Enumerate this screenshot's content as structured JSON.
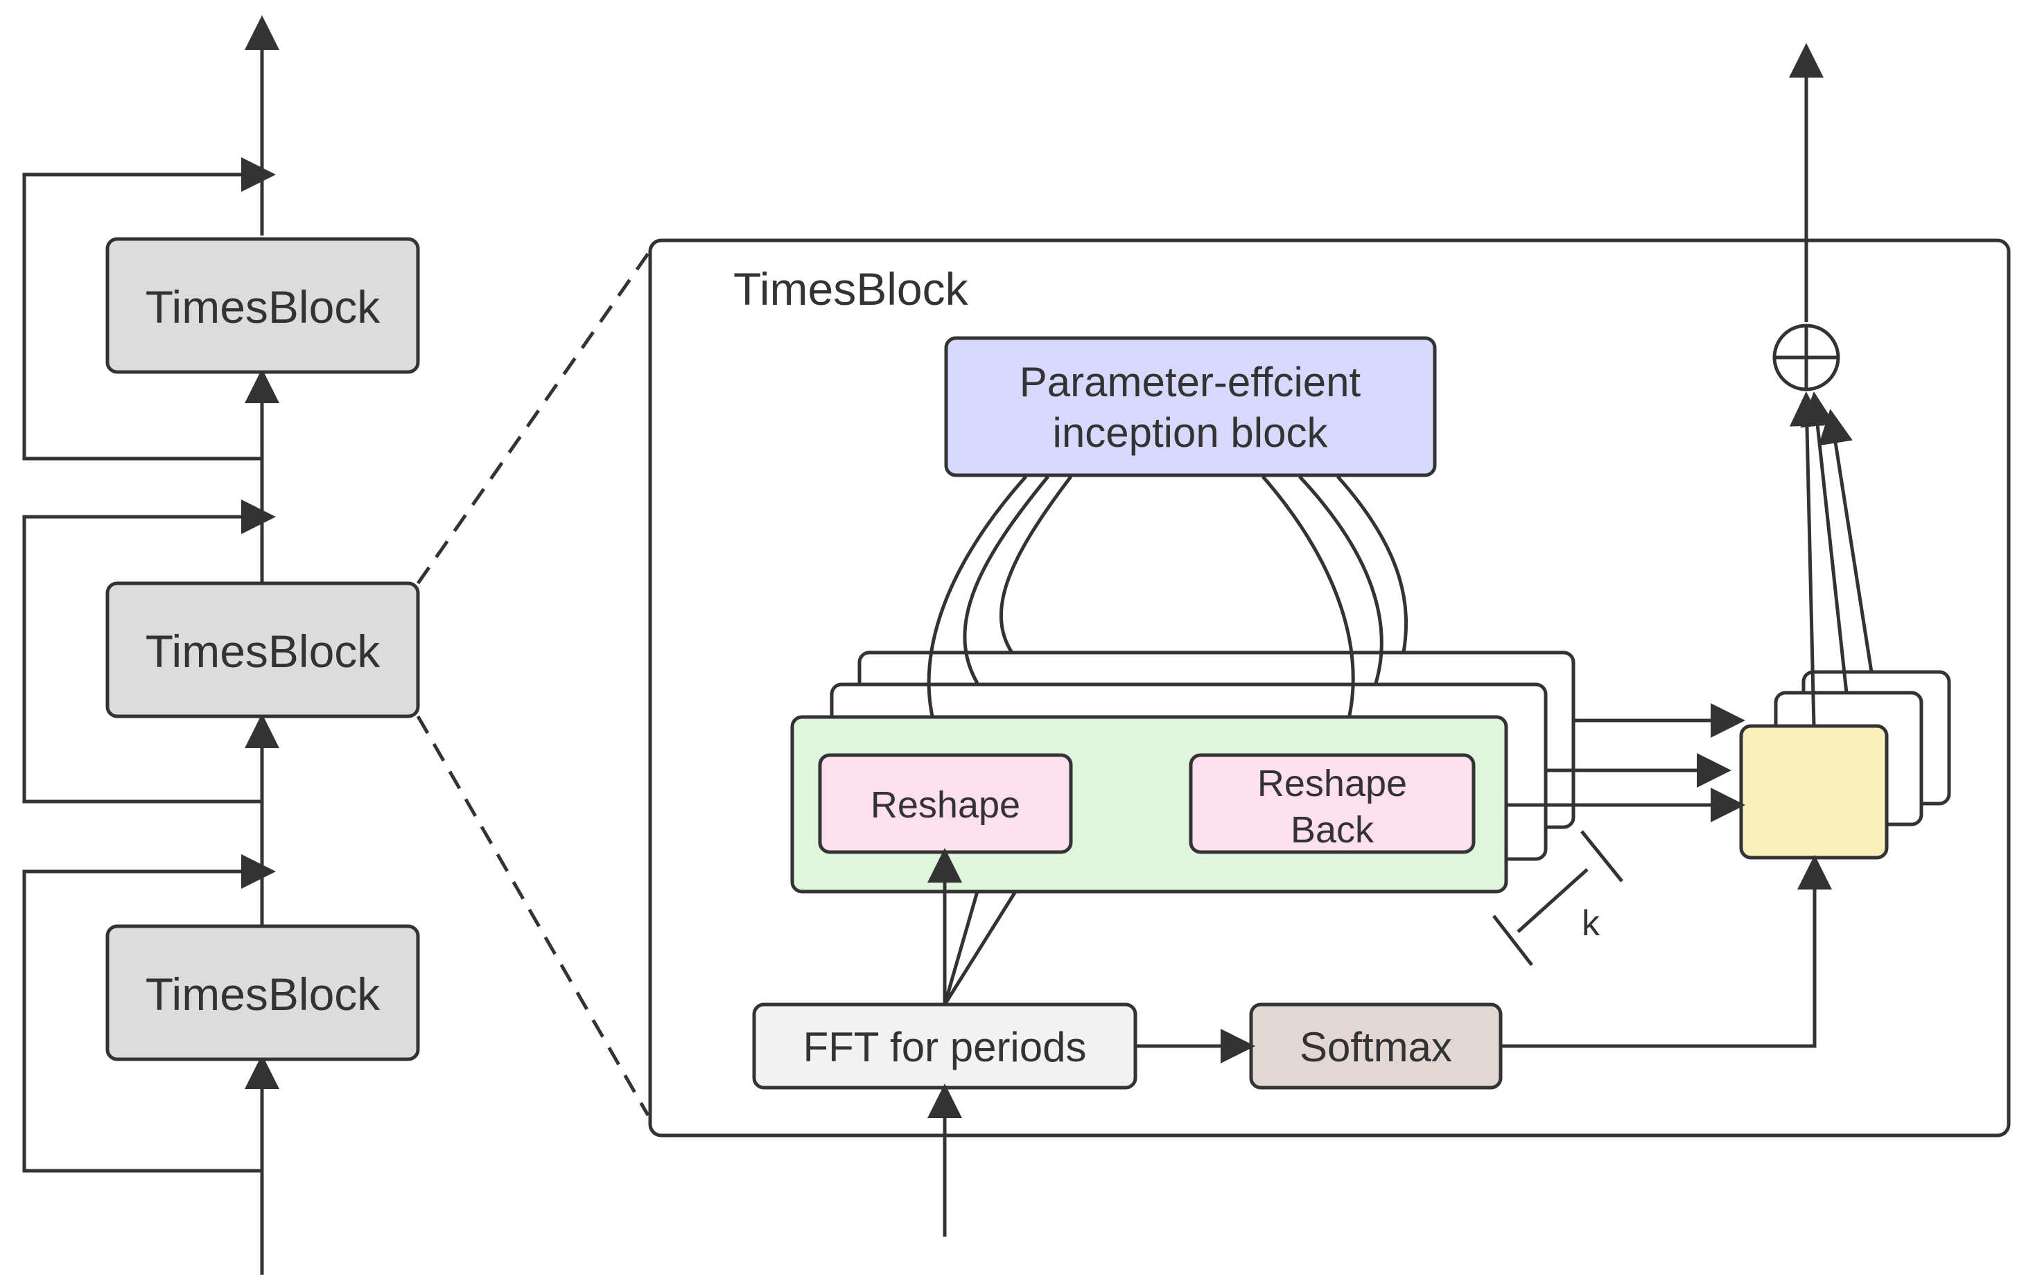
{
  "stack": {
    "blocks": [
      {
        "label": "TimesBlock"
      },
      {
        "label": "TimesBlock"
      },
      {
        "label": "TimesBlock"
      }
    ]
  },
  "detail": {
    "title": "TimesBlock",
    "inception": {
      "line1": "Parameter-effcient",
      "line2": "inception block"
    },
    "reshape": {
      "label": "Reshape"
    },
    "reshape_back": {
      "line1": "Reshape",
      "line2": "Back"
    },
    "fft": {
      "label": "FFT for periods"
    },
    "softmax": {
      "label": "Softmax"
    },
    "k_label": "k"
  },
  "colors": {
    "stack_block_fill": "#dcdcdc",
    "inception_fill": "#d6d9fb",
    "period_fill": "#dff5dc",
    "reshape_fill": "#fddfee",
    "fft_fill": "#f2f2f2",
    "softmax_fill": "#e3d7d4",
    "aggregate_fill": "#fbefbc",
    "stroke": "#333333"
  }
}
